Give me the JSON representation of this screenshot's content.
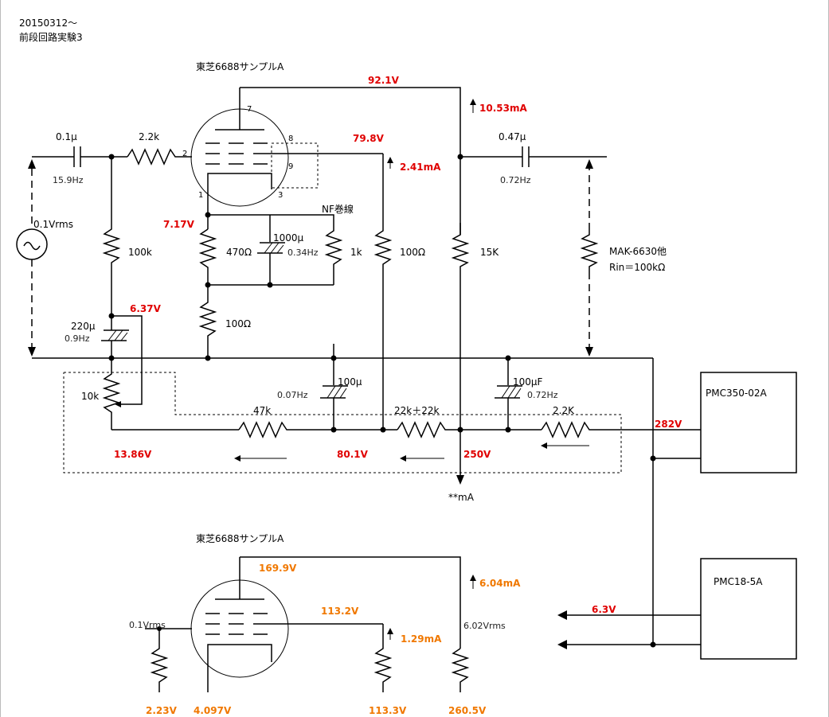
{
  "header": {
    "date": "20150312～",
    "title": "前段回路実験3"
  },
  "stage1": {
    "tube_label": "東芝6688サンプルA",
    "pins": {
      "p7": "7",
      "p8": "8",
      "p2": "2",
      "p9": "9",
      "p1": "1",
      "p3": "3"
    },
    "components": {
      "c_in": "0.1μ",
      "c_in_freq": "15.9Hz",
      "r_grid": "2.2k",
      "r_grid_leak": "100k",
      "c_220": "220μ",
      "c_220_freq": "0.9Hz",
      "pot": "10k",
      "r_470": "470Ω",
      "c_1000": "1000μ",
      "c_1000_freq": "0.34Hz",
      "r_100_cathode": "100Ω",
      "nf_winding": "NF巻線",
      "r_nf_1k": "1k",
      "r_screen_100": "100Ω",
      "r_plate_15k": "15K",
      "c_out": "0.47μ",
      "c_out_freq": "0.72Hz",
      "load": "MAK-6630他",
      "load_rin": "Rin＝100kΩ",
      "source": "0.1Vrms",
      "r_47k": "47k",
      "r_22k": "22k＋22k",
      "r_2k2": "2.2K",
      "c_100u": "100μ",
      "c_100u_freq": "0.07Hz",
      "c_100uf": "100μF",
      "c_100uf_freq": "0.72Hz"
    },
    "readings": {
      "v_plate": "92.1V",
      "i_plate": "10.53mA",
      "v_screen": "79.8V",
      "i_screen": "2.41mA",
      "v_cathode": "7.17V",
      "v_grid_bias": "6.37V",
      "v_bias_supply": "13.86V",
      "v_screen_supply": "80.1V",
      "v_bplus": "250V",
      "v_supply": "282V",
      "i_total": "**mA"
    },
    "modules": {
      "hv": "PMC350-02A"
    }
  },
  "stage2": {
    "tube_label": "東芝6688サンプルA",
    "input": "0.1Vrms",
    "output": "6.02Vrms",
    "readings": {
      "v_plate": "169.9V",
      "i_plate": "6.04mA",
      "v_screen": "113.2V",
      "i_screen": "1.29mA",
      "v_grid": "2.23V",
      "v_cathode": "4.097V",
      "v_screen_supply": "113.3V",
      "v_bplus": "260.5V"
    },
    "heater": {
      "module": "PMC18-5A",
      "voltage": "6.3V"
    }
  }
}
